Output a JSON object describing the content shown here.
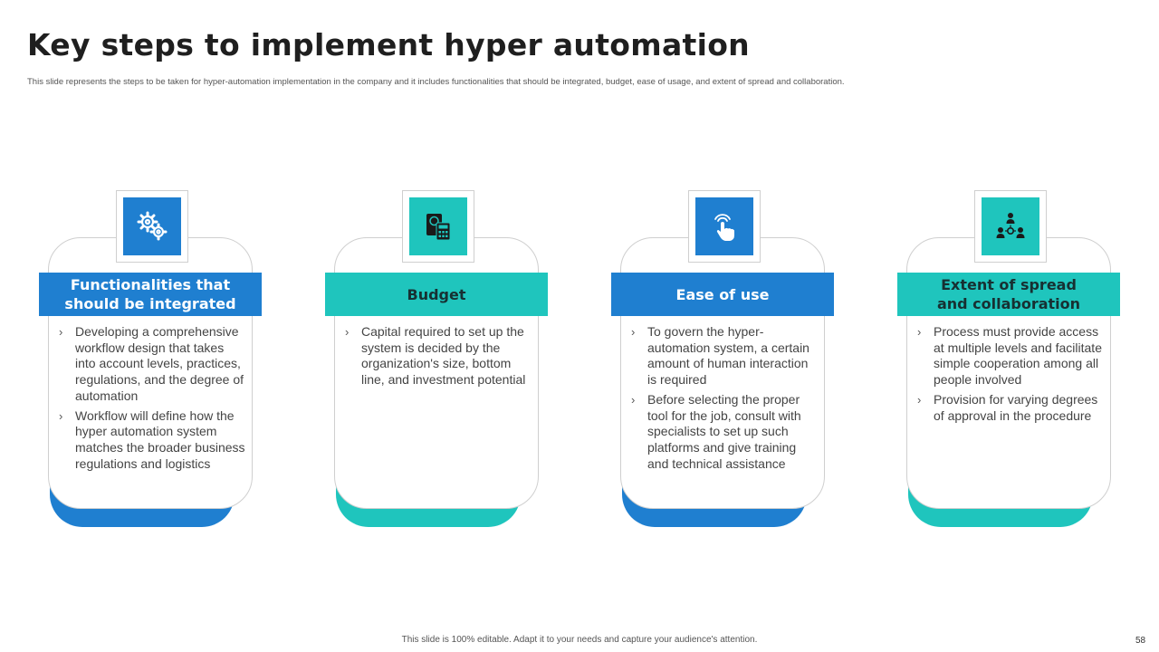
{
  "title": "Key steps to implement hyper automation",
  "subtitle": "This slide represents the steps to be taken  for hyper-automation implementation  in the company and it includes functionalities that should be integrated, budget, ease of usage, and extent of spread and collaboration.",
  "colors": {
    "blue": "#1f7fd0",
    "teal": "#1fc5bd"
  },
  "cards": [
    {
      "icon": "gears-icon",
      "heading_line1": "Functionalities that",
      "heading_line2": "should be integrated",
      "bullets": [
        "Developing a comprehensive workflow design that takes into account levels, practices, regulations, and the degree of automation",
        "Workflow will define how the hyper automation system matches the broader business regulations and logistics"
      ]
    },
    {
      "icon": "calculator-money-icon",
      "heading_line1": "Budget",
      "heading_line2": "",
      "bullets": [
        "Capital required to set up the system is decided by the organization's size, bottom line, and investment potential"
      ]
    },
    {
      "icon": "touch-hand-icon",
      "heading_line1": "Ease of use",
      "heading_line2": "",
      "bullets": [
        "To govern the hyper-automation system, a certain amount of human interaction is required",
        "Before selecting the proper tool for the job, consult with specialists to set up such platforms and give training and technical assistance"
      ]
    },
    {
      "icon": "team-network-icon",
      "heading_line1": "Extent of spread",
      "heading_line2": "and collaboration",
      "bullets": [
        "Process must provide access at multiple levels and facilitate simple cooperation among all people involved",
        "Provision for varying degrees of approval in the procedure"
      ]
    }
  ],
  "footer": "This slide is 100% editable. Adapt it to your needs and capture your audience's attention.",
  "page_number": "58"
}
